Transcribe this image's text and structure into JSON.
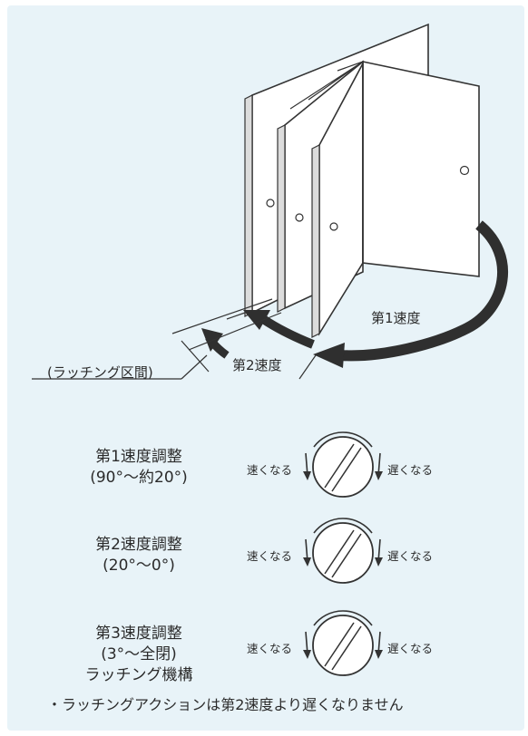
{
  "door_diagram": {
    "speed1_label": "第1速度",
    "speed2_label": "第2速度",
    "latch_zone_label": "(ラッチング区間)"
  },
  "adjustments": [
    {
      "title": "第1速度調整",
      "range": "(90°〜約20°)",
      "faster": "速くなる",
      "slower": "遅くなる"
    },
    {
      "title": "第2速度調整",
      "range": "(20°〜0°)",
      "faster": "速くなる",
      "slower": "遅くなる"
    },
    {
      "title": "第3速度調整",
      "range": "(3°〜全閉)",
      "extra": "ラッチング機構",
      "faster": "速くなる",
      "slower": "遅くなる"
    }
  ],
  "footnote": "・ラッチングアクションは第2速度より遅くなりません",
  "colors": {
    "background": "#e8f3f8",
    "arrow": "#2f2f2f",
    "outline": "#333333"
  }
}
